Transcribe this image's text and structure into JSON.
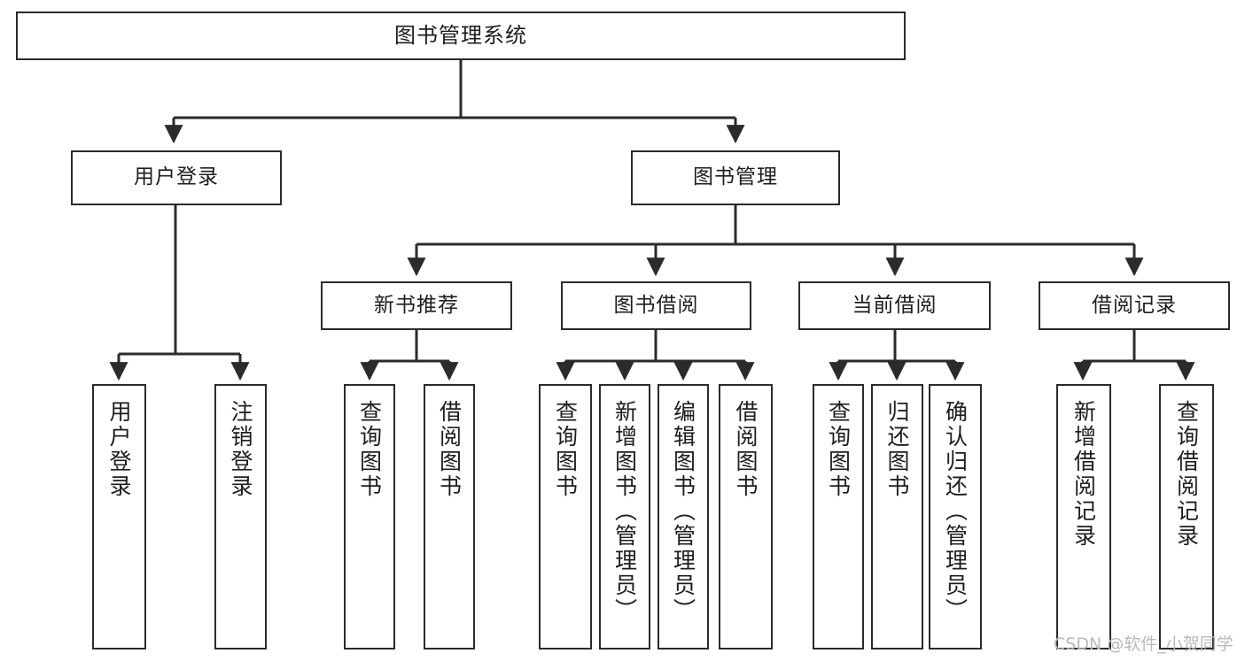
{
  "diagram": {
    "title": "图书管理系统",
    "type": "tree-structure-chart",
    "watermark": "CSDN @软件_小贺同学",
    "accent_color": "#2b2b2b",
    "background_color": "#ffffff"
  },
  "nodes": {
    "root": {
      "label": "图书管理系统"
    },
    "level2": [
      {
        "label": "用户登录"
      },
      {
        "label": "图书管理"
      }
    ],
    "level3": [
      {
        "label": "新书推荐"
      },
      {
        "label": "图书借阅"
      },
      {
        "label": "当前借阅"
      },
      {
        "label": "借阅记录"
      }
    ],
    "leaves_user_login": [
      {
        "label": "用户登录"
      },
      {
        "label": "注销登录"
      }
    ],
    "leaves_new_book": [
      {
        "label": "查询图书"
      },
      {
        "label": "借阅图书"
      }
    ],
    "leaves_borrow": [
      {
        "label": "查询图书"
      },
      {
        "label": "新增图书（管理员）"
      },
      {
        "label": "编辑图书（管理员）"
      },
      {
        "label": "借阅图书"
      }
    ],
    "leaves_current": [
      {
        "label": "查询图书"
      },
      {
        "label": "归还图书"
      },
      {
        "label": "确认归还（管理员）"
      }
    ],
    "leaves_record": [
      {
        "label": "新增借阅记录"
      },
      {
        "label": "查询借阅记录"
      }
    ]
  }
}
